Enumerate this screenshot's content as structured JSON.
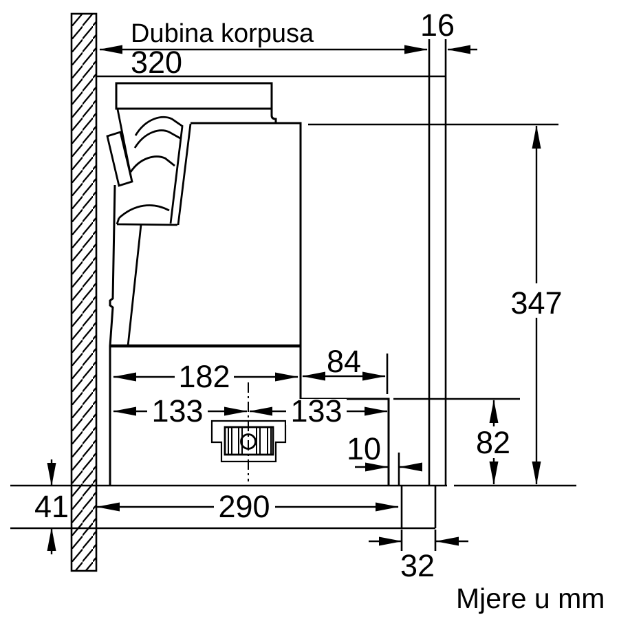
{
  "drawing": {
    "labels": {
      "cabinet_depth": "Dubina korpusa",
      "units_note": "Mjere u mm"
    },
    "dimensions": {
      "cabinet_depth": "320",
      "front_panel_thickness": "16",
      "total_height": "347",
      "body_depth": "182",
      "front_recess": "84",
      "duct_center_back": "133",
      "duct_center_front": "133",
      "panel_gap": "10",
      "lower_section_height": "82",
      "pullout_panel_height": "41",
      "pullout_depth": "290",
      "chimney_width": "32"
    },
    "colors": {
      "ink": "#000000",
      "paper": "#ffffff"
    }
  }
}
